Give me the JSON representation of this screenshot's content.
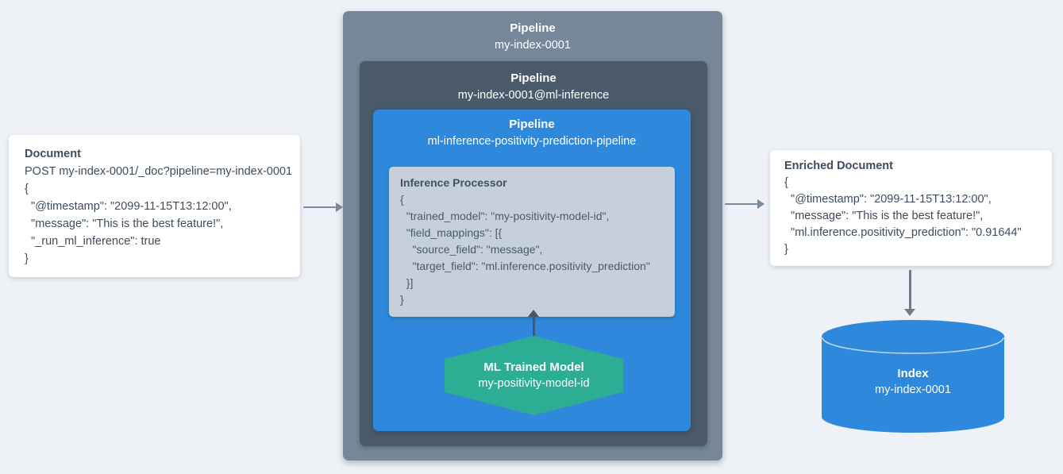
{
  "document": {
    "title": "Document",
    "lines": [
      "POST my-index-0001/_doc?pipeline=my-index-0001",
      "{",
      "  \"@timestamp\": \"2099-11-15T13:12:00\",",
      "  \"message\": \"This is the best feature!\",",
      "  \"_run_ml_inference\": true",
      "}"
    ]
  },
  "pipeline_outer": {
    "title": "Pipeline",
    "subtitle": "my-index-0001",
    "color": "#76879a"
  },
  "pipeline_mid": {
    "title": "Pipeline",
    "subtitle": "my-index-0001@ml-inference",
    "color": "#4a5a6a"
  },
  "pipeline_inner": {
    "title": "Pipeline",
    "subtitle": "ml-inference-positivity-prediction-pipeline",
    "color": "#2e88db"
  },
  "processor": {
    "title": "Inference Processor",
    "lines": [
      "{",
      "  \"trained_model\": \"my-positivity-model-id\",",
      "  \"field_mappings\": [{",
      "    \"source_field\": \"message\",",
      "    \"target_field\": \"ml.inference.positivity_prediction\"",
      "  }]",
      "}"
    ],
    "color": "#c5d0db"
  },
  "model": {
    "title": "ML Trained Model",
    "subtitle": "my-positivity-model-id",
    "color": "#2cae94"
  },
  "enriched": {
    "title": "Enriched Document",
    "lines": [
      "{",
      "  \"@timestamp\": \"2099-11-15T13:12:00\",",
      "  \"message\": \"This is the best feature!\",",
      "  \"ml.inference.positivity_prediction\": \"0.91644\"",
      "}"
    ]
  },
  "index": {
    "title": "Index",
    "subtitle": "my-index-0001",
    "color": "#2e88db"
  },
  "background_color": "#eef1f5"
}
